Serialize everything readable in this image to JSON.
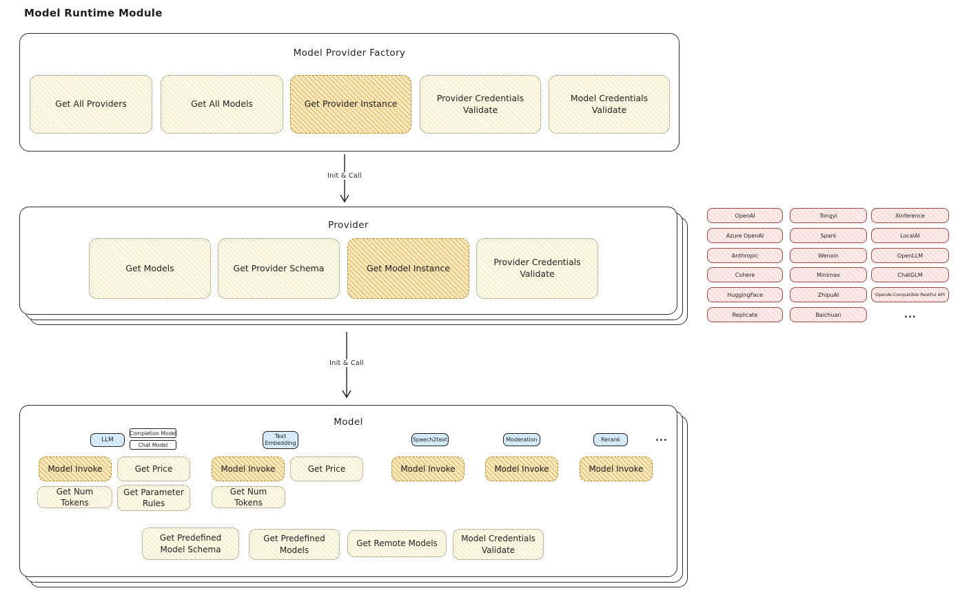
{
  "title": "Model Runtime Module",
  "arrows": {
    "init_call_1": "Init & Call",
    "init_call_2": "Init & Call"
  },
  "factory": {
    "title": "Model Provider Factory",
    "items": [
      {
        "label": "Get All Providers",
        "variant": "yellow"
      },
      {
        "label": "Get All Models",
        "variant": "yellow"
      },
      {
        "label": "Get Provider Instance",
        "variant": "orange"
      },
      {
        "label": "Provider Credentials Validate",
        "variant": "yellow"
      },
      {
        "label": "Model Credentials Validate",
        "variant": "yellow"
      }
    ]
  },
  "provider": {
    "title": "Provider",
    "items": [
      {
        "label": "Get Models",
        "variant": "yellow"
      },
      {
        "label": "Get Provider Schema",
        "variant": "yellow"
      },
      {
        "label": "Get Model Instance",
        "variant": "orange"
      },
      {
        "label": "Provider Credentials Validate",
        "variant": "yellow"
      }
    ]
  },
  "vendors": {
    "col1": [
      "OpenAI",
      "Azure OpenAI",
      "Anthropic",
      "Cohere",
      "HuggingFace",
      "Replicate"
    ],
    "col2": [
      "Tongyi",
      "Spark",
      "Wenxin",
      "Minimax",
      "ZhipuAI",
      "Baichuan"
    ],
    "col3": [
      "Xinference",
      "LocalAI",
      "OpenLLM",
      "ChatGLM",
      "OpenAI-Compatible RestFul API"
    ],
    "more": "..."
  },
  "model": {
    "title": "Model",
    "tags": {
      "llm": "LLM",
      "completion_model": "Completion Model",
      "chat_model": "Chat Model",
      "text_embedding": "Text Embedding",
      "speech2text": "Speech2text",
      "moderation": "Moderation",
      "rerank": "Rerank",
      "more": "..."
    },
    "functions": {
      "llm_invoke": "Model Invoke",
      "llm_get_price": "Get Price",
      "llm_get_num_tokens": "Get Num Tokens",
      "llm_get_parameter_rules": "Get Parameter Rules",
      "te_invoke": "Model Invoke",
      "te_get_price": "Get Price",
      "te_get_num_tokens": "Get Num Tokens",
      "s2t_invoke": "Model Invoke",
      "moderation_invoke": "Model Invoke",
      "rerank_invoke": "Model Invoke",
      "get_predefined_model_schema": "Get Predefined Model Schema",
      "get_predefined_models": "Get Predefined Models",
      "get_remote_models": "Get Remote Models",
      "model_credentials_validate": "Model Credentials Validate"
    }
  }
}
